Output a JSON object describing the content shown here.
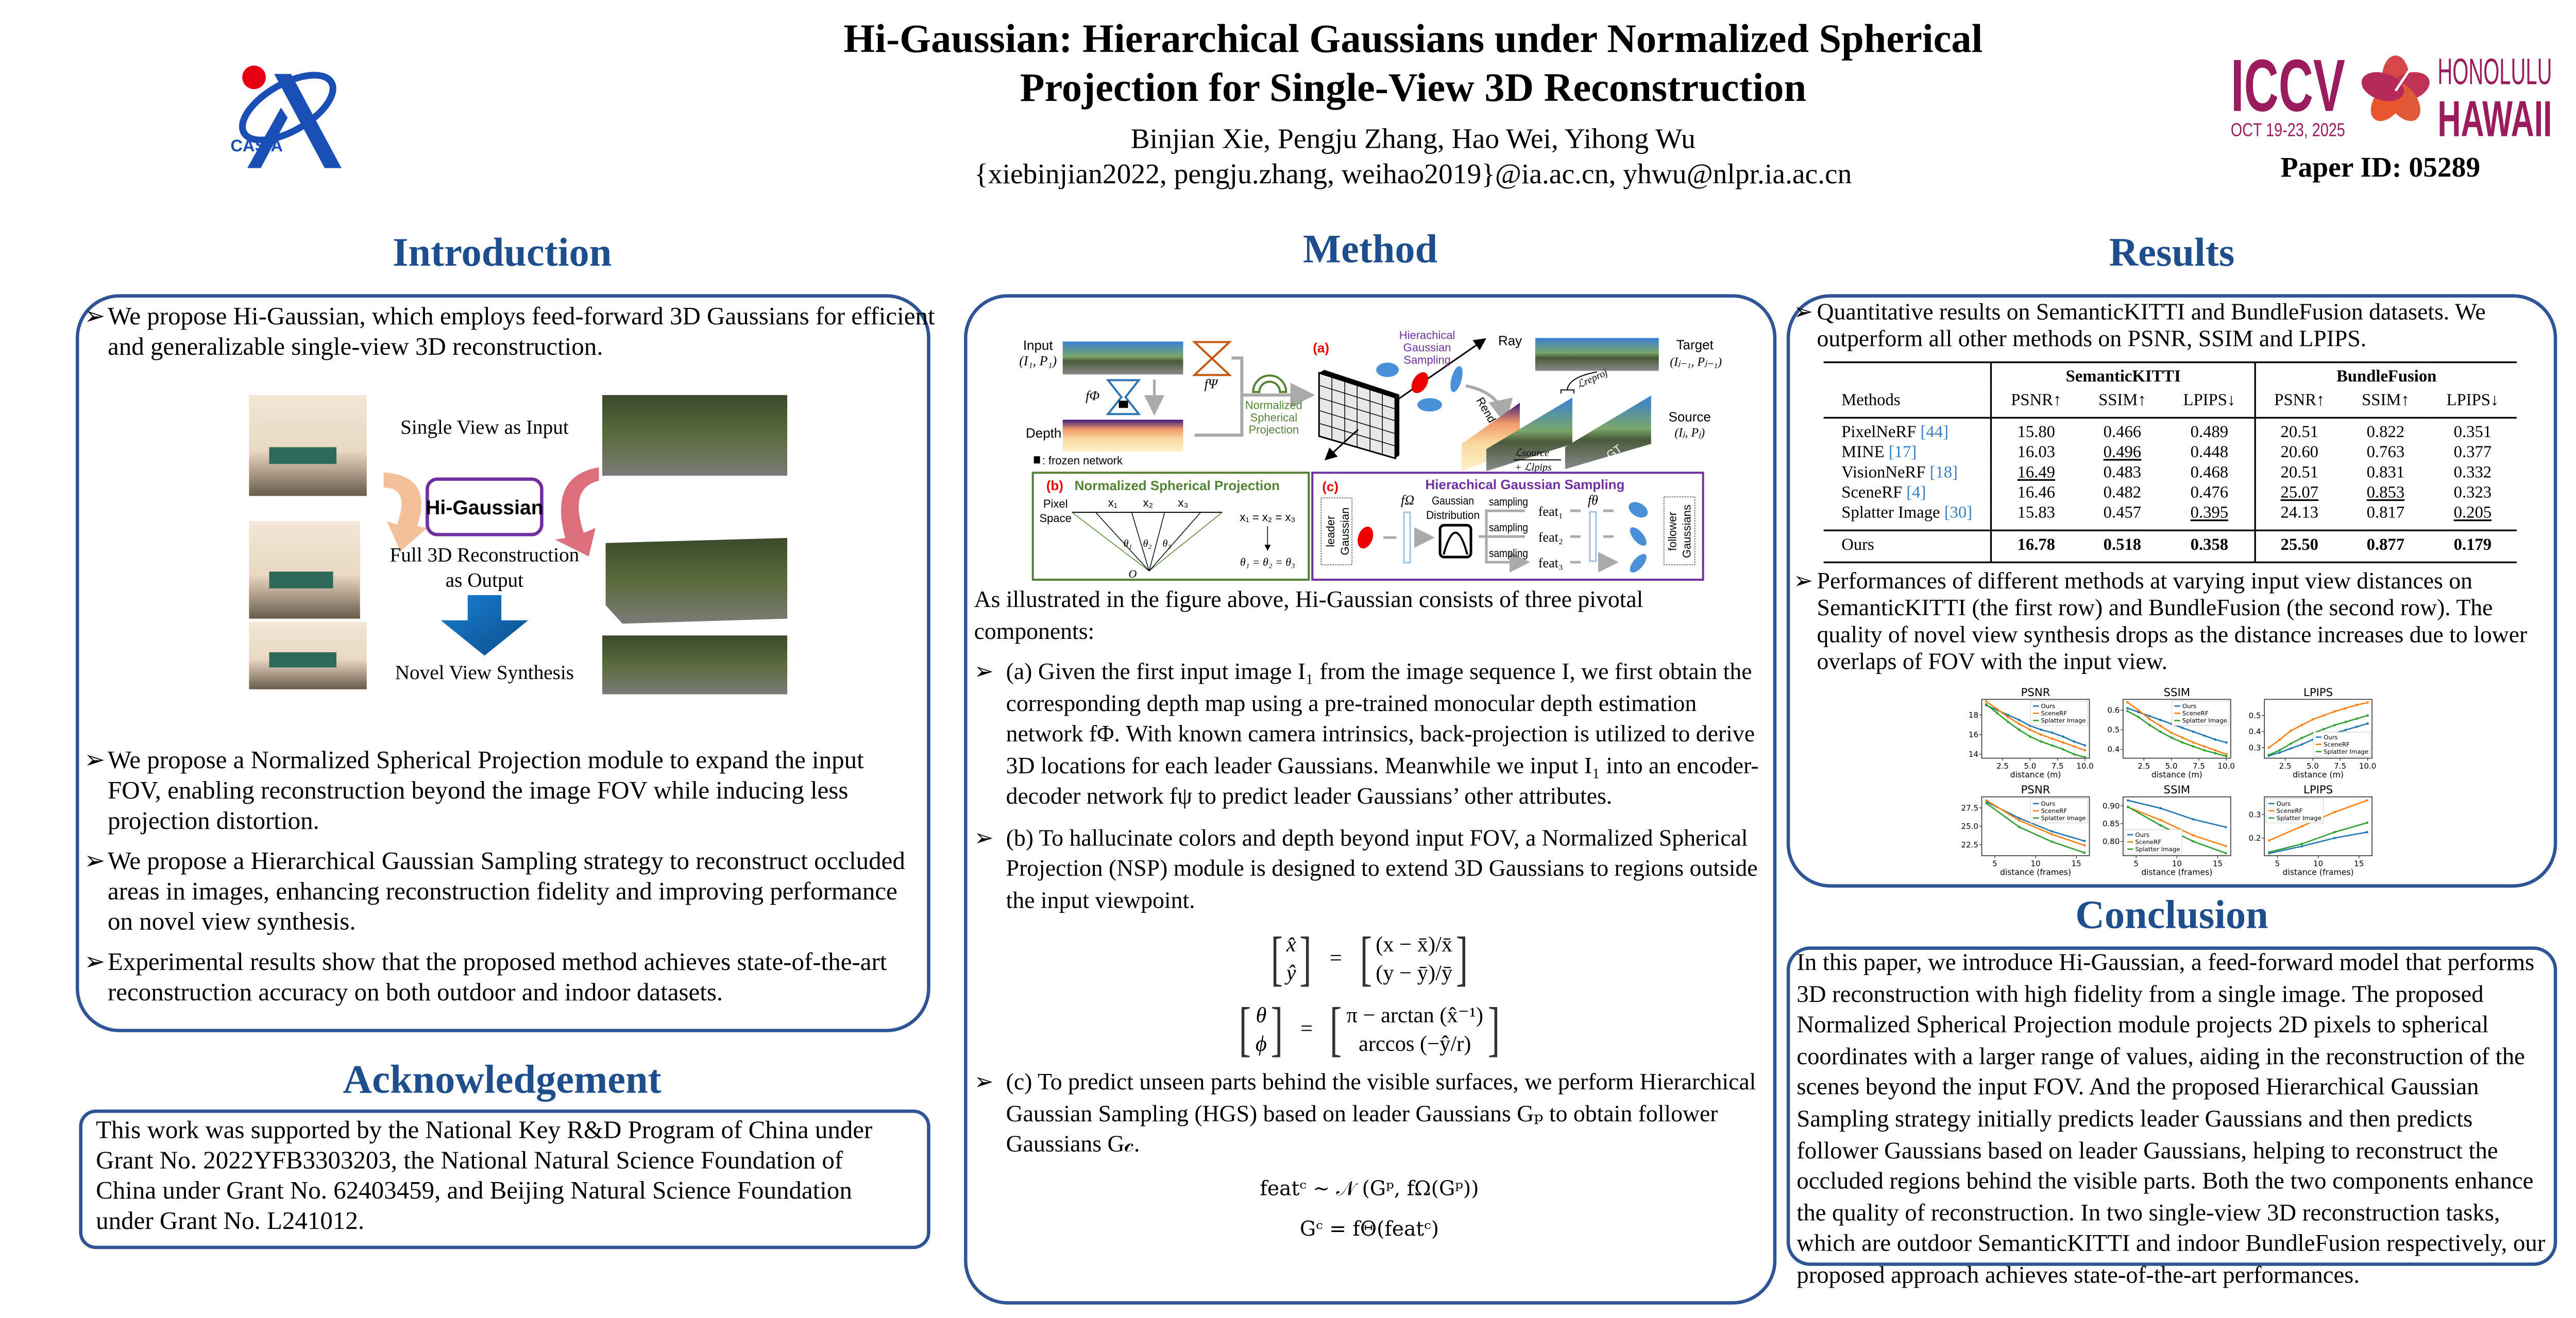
{
  "header": {
    "title_line1": "Hi-Gaussian: Hierarchical Gaussians under Normalized Spherical",
    "title_line2": "Projection for Single-View 3D Reconstruction",
    "authors": "Binjian Xie, Pengju Zhang, Hao Wei, Yihong Wu",
    "emails": "{xiebinjian2022, pengju.zhang, weihao2019}@ia.ac.cn, yhwu@nlpr.ia.ac.cn",
    "left_logo": "CASIA",
    "conf_logo": {
      "name": "ICCV",
      "dates": "OCT 19-23, 2025",
      "city": "HONOLULU",
      "state": "HAWAII"
    },
    "paper_id": "Paper ID: 05289",
    "colors": {
      "heading": "#1f4e8c",
      "border": "#2f5597",
      "iccv": "#9b1c5c",
      "flower": "#e8552e"
    }
  },
  "introduction": {
    "heading": "Introduction",
    "bullet_mark": "➢",
    "bullet1": "We propose Hi-Gaussian, which employs feed-forward 3D Gaussians for efficient and generalizable single-view 3D reconstruction.",
    "figure": {
      "label_input": "Single View as Input",
      "model": "Hi-Gaussian",
      "label_output1": "Full 3D Reconstruction",
      "label_output2": "as Output",
      "label_nvs": "Novel View Synthesis"
    },
    "bullets": [
      "We propose a Normalized Spherical Projection module to expand the input FOV, enabling reconstruction beyond the image FOV while inducing less projection distortion.",
      "We propose a Hierarchical Gaussian Sampling strategy to reconstruct occluded areas in images, enhancing reconstruction fidelity and improving performance on novel view synthesis.",
      "Experimental results show that the proposed method achieves state-of-the-art reconstruction accuracy on both outdoor and indoor datasets."
    ]
  },
  "acknowledgement": {
    "heading": "Acknowledgement",
    "text": "This work was supported by the National Key R&D Program of China under Grant No. 2022YFB3303203, the National Natural Science Foundation of China under Grant No. 62403459, and Beijing Natural Science Foundation under Grant No. L241012."
  },
  "method": {
    "heading": "Method",
    "figure": {
      "input": "Input",
      "input_sub": "(I₁, P₁)",
      "depth": "Depth",
      "f_psi": "fΨ",
      "f_phi": "fΦ",
      "frozen": ": frozen network",
      "nsp1": "Normalized",
      "nsp2": "Spherical",
      "nsp3": "Projection",
      "a": "(a)",
      "hgs1": "Hierachical",
      "hgs2": "Gaussian",
      "hgs3": "Sampling",
      "ray": "Ray",
      "render": "Render",
      "target": "Target",
      "target_sub": "(Iⱼ₋₁, Pⱼ₋₁)",
      "source": "Source",
      "source_sub": "(Iⱼ, Pⱼ)",
      "gt": "GT",
      "l_reproj": "ℒreproj",
      "l_source": "ℒsource",
      "l_lpips": "+ ℒlpips",
      "b": "(b)",
      "b_title": "Normalized Spherical Projection",
      "pixel1": "Pixel",
      "pixel2": "Space",
      "x1": "x₁",
      "x2": "x₂",
      "x3": "x₃",
      "xeq": "x₁ = x₂ = x₃",
      "t1": "θ₁",
      "t2": "θ₂",
      "t3": "θ₃",
      "teq": "θ₁ = θ₂ = θ₃",
      "origin": "O",
      "c": "(c)",
      "c_title": "Hierachical Gaussian Sampling",
      "leader1": "leader",
      "leader2": "Gaussian",
      "f_omega": "fΩ",
      "gd1": "Gaussian",
      "gd2": "Distribution",
      "sampling": "sampling",
      "feat1": "feat₁",
      "feat2": "feat₂",
      "feat3": "feat₃",
      "f_theta": "fθ",
      "follower1": "follower",
      "follower2": "Gaussians"
    },
    "intro": "As illustrated in the figure above, Hi-Gaussian consists of three pivotal components:",
    "bullet_mark": "➢",
    "a_text": "(a) Given the first input image I₁ from the image sequence I, we first obtain the corresponding depth map using a pre-trained monocular depth estimation network fΦ. With known camera intrinsics, back-projection is utilized to derive 3D locations for each leader Gaussians. Meanwhile we input I₁ into an encoder-decoder network fψ to predict leader Gaussians’ other attributes.",
    "b_text": "(b) To hallucinate colors and depth beyond input FOV, a Normalized Spherical Projection (NSP) module is designed to extend 3D Gaussians to regions outside the input viewpoint.",
    "eq1": {
      "lhs1": "x̂",
      "lhs2": "ŷ",
      "eq": "=",
      "rhs1": "(x − x̄)/x̄",
      "rhs2": "(y − ȳ)/ȳ"
    },
    "eq2": {
      "lhs1": "θ",
      "lhs2": "ϕ",
      "eq": "=",
      "rhs1": "π − arctan (x̂⁻¹)",
      "rhs2": "arccos (−ŷ/r)"
    },
    "c_text": "(c) To predict unseen parts behind the visible surfaces, we perform Hierarchical Gaussian Sampling (HGS) based on leader Gaussians Gₚ to obtain follower Gaussians G𝒸.",
    "eq3": "featᶜ ∼ 𝒩 (Gᵖ, fΩ(Gᵖ))",
    "eq4": "Gᶜ = fΘ(featᶜ)"
  },
  "results": {
    "heading": "Results",
    "bullet_mark": "➢",
    "text1": "Quantitative results on SemanticKITTI and BundleFusion datasets. We outperform all other methods on PSNR, SSIM and LPIPS.",
    "table": {
      "group1": "SemanticKITTI",
      "group2": "BundleFusion",
      "col_method": "Methods",
      "metrics": [
        "PSNR↑",
        "SSIM↑",
        "LPIPS↓",
        "PSNR↑",
        "SSIM↑",
        "LPIPS↓"
      ],
      "rows": [
        {
          "method": "PixelNeRF",
          "ref": "[44]",
          "values": [
            "15.80",
            "0.466",
            "0.489",
            "20.51",
            "0.822",
            "0.351"
          ],
          "underline": []
        },
        {
          "method": "MINE",
          "ref": "[17]",
          "values": [
            "16.03",
            "0.496",
            "0.448",
            "20.60",
            "0.763",
            "0.377"
          ],
          "underline": [
            1
          ]
        },
        {
          "method": "VisionNeRF",
          "ref": "[18]",
          "values": [
            "16.49",
            "0.483",
            "0.468",
            "20.51",
            "0.831",
            "0.332"
          ],
          "underline": [
            0
          ]
        },
        {
          "method": "SceneRF",
          "ref": "[4]",
          "values": [
            "16.46",
            "0.482",
            "0.476",
            "25.07",
            "0.853",
            "0.323"
          ],
          "underline": [
            3,
            4
          ]
        },
        {
          "method": "Splatter Image",
          "ref": "[30]",
          "values": [
            "15.83",
            "0.457",
            "0.395",
            "24.13",
            "0.817",
            "0.205"
          ],
          "underline": [
            2,
            5
          ]
        }
      ],
      "ours": {
        "method": "Ours",
        "values": [
          "16.78",
          "0.518",
          "0.358",
          "25.50",
          "0.877",
          "0.179"
        ]
      }
    },
    "text2": "Performances of different methods at varying input view distances on SemanticKITTI (the first row) and BundleFusion (the second row). The quality of novel view synthesis drops as the distance increases due to lower overlaps of FOV with the input view.",
    "chart_data": [
      {
        "type": "line",
        "title": "PSNR",
        "xlabel": "distance (m)",
        "x": [
          1,
          2,
          3,
          4,
          5,
          6,
          7,
          8,
          9,
          10
        ],
        "xticks": [
          2.5,
          5.0,
          7.5,
          10.0
        ],
        "xtick_labels": [
          "2.5",
          "5.0",
          "7.5",
          "10.0"
        ],
        "xlim": [
          0.6,
          10.4
        ],
        "ylim": [
          13.6,
          19.6
        ],
        "yticks": [
          14,
          16,
          18
        ],
        "ytick_labels": [
          "14",
          "16",
          "18"
        ],
        "legend": "top-right",
        "series": [
          {
            "name": "Ours",
            "color": "#1f77b4",
            "values": [
              19.0,
              18.5,
              18.0,
              17.5,
              16.9,
              16.5,
              16.2,
              15.8,
              15.3,
              14.9
            ]
          },
          {
            "name": "SceneRF",
            "color": "#ff7f0e",
            "values": [
              19.4,
              18.6,
              17.8,
              17.1,
              16.5,
              16.0,
              15.6,
              15.2,
              14.8,
              14.4
            ]
          },
          {
            "name": "Splatter Image",
            "color": "#2ca02c",
            "values": [
              19.1,
              18.2,
              17.3,
              16.5,
              15.8,
              15.3,
              14.9,
              14.5,
              14.0,
              13.7
            ]
          }
        ]
      },
      {
        "type": "line",
        "title": "SSIM",
        "xlabel": "distance (m)",
        "x": [
          1,
          2,
          3,
          4,
          5,
          6,
          7,
          8,
          9,
          10
        ],
        "xticks": [
          2.5,
          5.0,
          7.5,
          10.0
        ],
        "xtick_labels": [
          "2.5",
          "5.0",
          "7.5",
          "10.0"
        ],
        "xlim": [
          0.6,
          10.4
        ],
        "ylim": [
          0.355,
          0.655
        ],
        "yticks": [
          0.4,
          0.5,
          0.6
        ],
        "ytick_labels": [
          "0.4",
          "0.5",
          "0.6"
        ],
        "legend": "top-right",
        "series": [
          {
            "name": "Ours",
            "color": "#1f77b4",
            "values": [
              0.61,
              0.59,
              0.57,
              0.55,
              0.53,
              0.51,
              0.49,
              0.47,
              0.45,
              0.435
            ]
          },
          {
            "name": "SceneRF",
            "color": "#ff7f0e",
            "values": [
              0.64,
              0.6,
              0.555,
              0.52,
              0.485,
              0.46,
              0.435,
              0.415,
              0.395,
              0.375
            ]
          },
          {
            "name": "Splatter Image",
            "color": "#2ca02c",
            "values": [
              0.595,
              0.565,
              0.525,
              0.49,
              0.46,
              0.435,
              0.415,
              0.395,
              0.38,
              0.365
            ]
          }
        ]
      },
      {
        "type": "line",
        "title": "LPIPS",
        "xlabel": "distance (m)",
        "x": [
          1,
          2,
          3,
          4,
          5,
          6,
          7,
          8,
          9,
          10
        ],
        "xticks": [
          2.5,
          5.0,
          7.5,
          10.0
        ],
        "xtick_labels": [
          "2.5",
          "5.0",
          "7.5",
          "10.0"
        ],
        "xlim": [
          0.6,
          10.4
        ],
        "ylim": [
          0.235,
          0.6
        ],
        "yticks": [
          0.3,
          0.4,
          0.5
        ],
        "ytick_labels": [
          "0.3",
          "0.4",
          "0.5"
        ],
        "legend": "bottom-right",
        "series": [
          {
            "name": "Ours",
            "color": "#1f77b4",
            "values": [
              0.25,
              0.27,
              0.295,
              0.32,
              0.35,
              0.37,
              0.39,
              0.41,
              0.43,
              0.45
            ]
          },
          {
            "name": "SceneRF",
            "color": "#ff7f0e",
            "values": [
              0.3,
              0.35,
              0.405,
              0.44,
              0.475,
              0.5,
              0.525,
              0.545,
              0.565,
              0.58
            ]
          },
          {
            "name": "Splatter Image",
            "color": "#2ca02c",
            "values": [
              0.255,
              0.285,
              0.325,
              0.36,
              0.39,
              0.415,
              0.44,
              0.46,
              0.48,
              0.5
            ]
          }
        ]
      },
      {
        "type": "line",
        "title": "PSNR",
        "xlabel": "distance (frames)",
        "x": [
          4,
          8,
          12,
          16
        ],
        "xticks": [
          5,
          10,
          15
        ],
        "xtick_labels": [
          "5",
          "10",
          "15"
        ],
        "xlim": [
          3.4,
          16.6
        ],
        "ylim": [
          21.0,
          29.0
        ],
        "yticks": [
          22.5,
          25.0,
          27.5
        ],
        "ytick_labels": [
          "22.5",
          "25.0",
          "27.5"
        ],
        "legend": "top-right",
        "series": [
          {
            "name": "Ours",
            "color": "#1f77b4",
            "values": [
              28.3,
              26.1,
              24.3,
              23.0
            ]
          },
          {
            "name": "SceneRF",
            "color": "#ff7f0e",
            "values": [
              28.5,
              25.8,
              23.9,
              22.4
            ]
          },
          {
            "name": "Splatter Image",
            "color": "#2ca02c",
            "values": [
              28.1,
              24.9,
              22.9,
              21.4
            ]
          }
        ]
      },
      {
        "type": "line",
        "title": "SSIM",
        "xlabel": "distance (frames)",
        "x": [
          4,
          8,
          12,
          16
        ],
        "xticks": [
          5,
          10,
          15
        ],
        "xtick_labels": [
          "5",
          "10",
          "15"
        ],
        "xlim": [
          3.4,
          16.6
        ],
        "ylim": [
          0.76,
          0.925
        ],
        "yticks": [
          0.8,
          0.85,
          0.9
        ],
        "ytick_labels": [
          "0.80",
          "0.85",
          "0.90"
        ],
        "legend": "bottom-left",
        "series": [
          {
            "name": "Ours",
            "color": "#1f77b4",
            "values": [
              0.915,
              0.893,
              0.862,
              0.84
            ]
          },
          {
            "name": "SceneRF",
            "color": "#ff7f0e",
            "values": [
              0.896,
              0.86,
              0.817,
              0.787
            ]
          },
          {
            "name": "Splatter Image",
            "color": "#2ca02c",
            "values": [
              0.897,
              0.845,
              0.8,
              0.767
            ]
          }
        ]
      },
      {
        "type": "line",
        "title": "LPIPS",
        "xlabel": "distance (frames)",
        "x": [
          4,
          8,
          12,
          16
        ],
        "xticks": [
          5,
          10,
          15
        ],
        "xtick_labels": [
          "5",
          "10",
          "15"
        ],
        "xlim": [
          3.4,
          16.6
        ],
        "ylim": [
          0.125,
          0.375
        ],
        "yticks": [
          0.2,
          0.3
        ],
        "ytick_labels": [
          "0.2",
          "0.3"
        ],
        "legend": "top-left",
        "series": [
          {
            "name": "Ours",
            "color": "#1f77b4",
            "values": [
              0.135,
              0.165,
              0.2,
              0.225
            ]
          },
          {
            "name": "SceneRF",
            "color": "#ff7f0e",
            "values": [
              0.19,
              0.25,
              0.31,
              0.36
            ]
          },
          {
            "name": "Splatter Image",
            "color": "#2ca02c",
            "values": [
              0.14,
              0.175,
              0.225,
              0.265
            ]
          }
        ]
      }
    ]
  },
  "conclusion": {
    "heading": "Conclusion",
    "text": "In this paper, we introduce Hi-Gaussian, a feed-forward model that performs 3D reconstruction with high fidelity from a single image. The proposed Normalized Spherical Projection module projects 2D pixels to spherical coordinates with a larger range of values, aiding in the reconstruction of the scenes beyond the input FOV. And the proposed Hierarchical Gaussian Sampling strategy initially predicts leader Gaussians and then predicts follower Gaussians based on leader Gaussians, helping to reconstruct the occluded regions behind the visible parts. Both the two components enhance the quality of reconstruction. In two single-view 3D reconstruction tasks, which are outdoor SemanticKITTI and indoor BundleFusion respectively, our proposed approach achieves state-of-the-art performances."
  }
}
